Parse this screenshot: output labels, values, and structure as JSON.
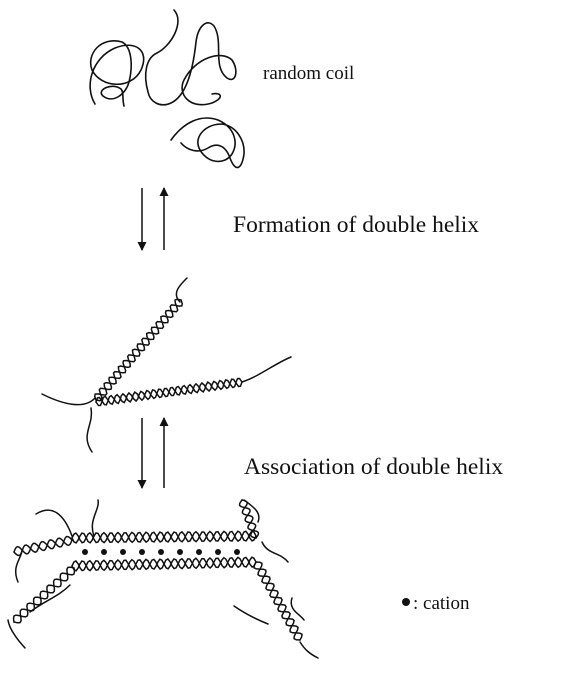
{
  "diagram": {
    "stages": [
      {
        "id": "random-coil",
        "label": "random coil"
      },
      {
        "id": "double-helix",
        "label": ""
      },
      {
        "id": "helix-aggregate",
        "label": ""
      }
    ],
    "transitions": [
      {
        "from": "random-coil",
        "to": "double-helix",
        "label": "Formation of double helix",
        "reversible": true
      },
      {
        "from": "double-helix",
        "to": "helix-aggregate",
        "label": "Association of double helix",
        "reversible": true
      }
    ],
    "legend": {
      "symbol": "•",
      "separator": ":",
      "text": "cation"
    },
    "ink_color": "#111111"
  }
}
